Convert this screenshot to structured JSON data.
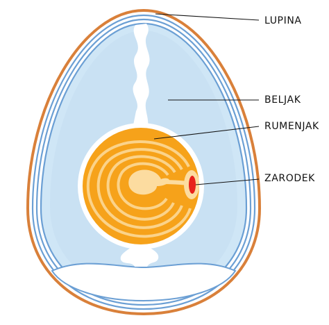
{
  "labels": {
    "shell": "LUPINA",
    "albumen": "BELJAK",
    "yolk": "RUMENJAK",
    "embryo": "ZARODEK"
  },
  "colors": {
    "shell_outer": "#d9803a",
    "membrane_lines": "#6b9fd4",
    "albumen_fill": "#cfe6f6",
    "air_cell_fill": "#ffffff",
    "chalaza": "#ffffff",
    "yolk_outer": "#f6a21a",
    "yolk_rings_light": "#fbd38a",
    "yolk_center": "#fcdca0",
    "embryo": "#e8221b",
    "leader_lines": "#111111"
  },
  "icons": {
    "diagram": "egg-cross-section"
  }
}
